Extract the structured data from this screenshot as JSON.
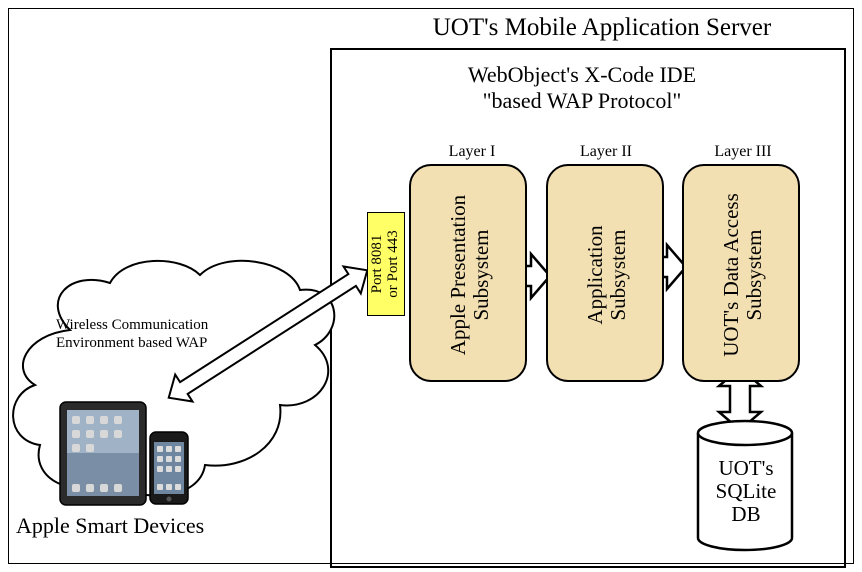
{
  "diagram": {
    "server_title": "UOT's Mobile Application Server",
    "ide_title_line1": "WebObject's X-Code IDE",
    "ide_title_line2": "\"based WAP Protocol\"",
    "layers": [
      {
        "label": "Layer I",
        "line1": "Apple Presentation",
        "line2": "Subsystem"
      },
      {
        "label": "Layer II",
        "line1": "Application",
        "line2": "Subsystem"
      },
      {
        "label": "Layer III",
        "line1": "UOT's Data Access",
        "line2": "Subsystem"
      }
    ],
    "port_line1": "Port 8081",
    "port_line2": "or Port 443",
    "cloud_line1": "Wireless Communication",
    "cloud_line2": "Environment based WAP",
    "devices_label": "Apple Smart Devices",
    "db_line1": "UOT's",
    "db_line2": "SQLite",
    "db_line3": "DB",
    "colors": {
      "layer_fill": "#f2e0b3",
      "port_fill": "#ffff66",
      "outline": "#000000"
    }
  }
}
